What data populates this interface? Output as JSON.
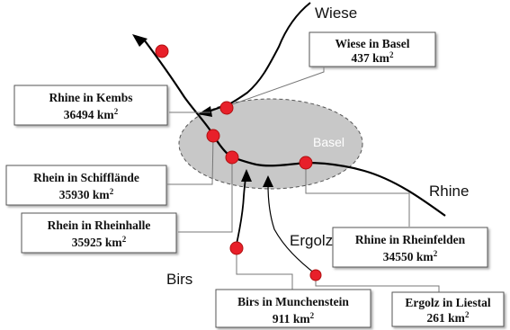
{
  "diagram": {
    "city_label": "Basel",
    "rivers": [
      {
        "id": "wiese",
        "name": "Wiese"
      },
      {
        "id": "rhine",
        "name": "Rhine"
      },
      {
        "id": "ergolz",
        "name": "Ergolz"
      },
      {
        "id": "birs",
        "name": "Birs"
      }
    ],
    "stations": [
      {
        "id": "wiese-basel",
        "name": "Wiese in Basel",
        "area": "437",
        "unit": "km",
        "power": "2"
      },
      {
        "id": "rhine-kembs",
        "name": "Rhine in Kembs",
        "area": "36494",
        "unit": "km",
        "power": "2"
      },
      {
        "id": "rhein-schifflaende",
        "name": "Rhein in Schifflände",
        "area": "35930",
        "unit": "km",
        "power": "2"
      },
      {
        "id": "rhein-rheinhalle",
        "name": "Rhein in Rheinhalle",
        "area": "35925",
        "unit": "km",
        "power": "2"
      },
      {
        "id": "rhine-rheinfelden",
        "name": "Rhine in Rheinfelden",
        "area": "34550",
        "unit": "km",
        "power": "2"
      },
      {
        "id": "birs-munchenstein",
        "name": "Birs in Munchenstein",
        "area": "911",
        "unit": "km",
        "power": "2"
      },
      {
        "id": "ergolz-liestal",
        "name": "Ergolz in Liestal",
        "area": "261",
        "unit": "km",
        "power": "2"
      }
    ],
    "colors": {
      "station_marker": "#e8202a",
      "city_area": "#c8c8c8",
      "river_line": "#000000"
    }
  }
}
